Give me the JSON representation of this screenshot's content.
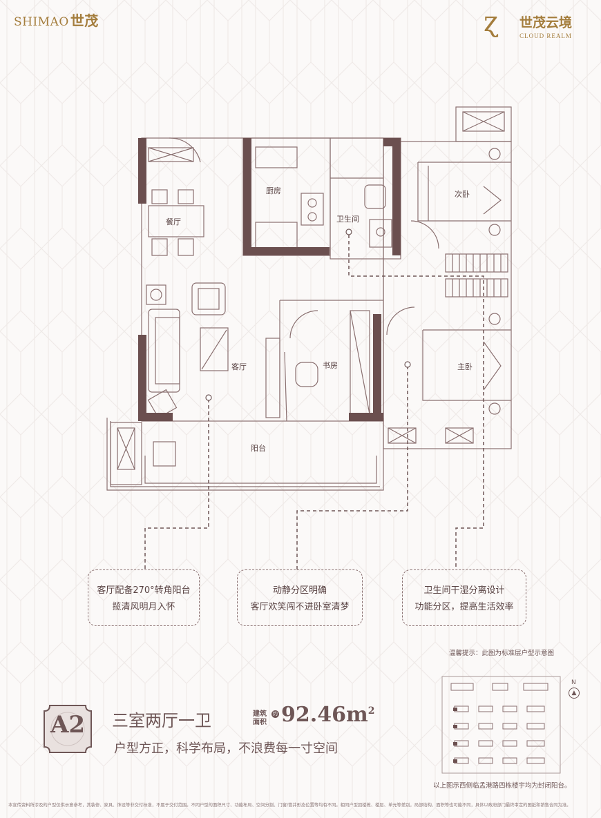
{
  "brand": {
    "logo_en": "SHIMAO",
    "logo_cn": "世茂",
    "project_cn": "世茂云境",
    "project_en": "CLOUD REALM"
  },
  "colors": {
    "wall": "#6b4f4f",
    "line": "#8a7070",
    "gold": "#a47d3c",
    "text": "#5a4444"
  },
  "rooms": {
    "dining": "餐厅",
    "kitchen": "厨房",
    "bathroom": "卫生间",
    "second_bedroom": "次卧",
    "living": "客厅",
    "study": "书房",
    "master_bedroom": "主卧",
    "balcony": "阳台"
  },
  "callouts": [
    {
      "line1": "客厅配备270°转角阳台",
      "line2": "揽清风明月入怀"
    },
    {
      "line1": "动静分区明确",
      "line2": "客厅欢笑闯不进卧室清梦"
    },
    {
      "line1": "卫生间干湿分离设计",
      "line2": "功能分区，提高生活效率"
    }
  ],
  "notes": {
    "tip": "温馨提示：此图为标准层户型示意图",
    "site_note": "以上图示西侧临孟港路四栋楼宇均为封闭阳台。",
    "north": "N"
  },
  "unit": {
    "code": "A2",
    "layout": "三室两厅一卫",
    "area_label_1": "建筑",
    "area_label_2": "面积",
    "approx": "约",
    "area": "92.46m",
    "area_sup": "2",
    "slogan": "户型方正，科学布局，不浪费每一寸空间"
  },
  "disclaimer": "本宣传资料所涉及的户型仅供示意参考，其装修、家具、饰设等非交付标准，不属于交付范围。不同户型的面积尺寸、功能布局、空间分割、门窗/管井形态位置等均有不同。相同户型因楼栋、楼层、单元等差别，局部结构、面积等也可能不同，具体以政府部门最终审定的图纸和销售合同为准。"
}
